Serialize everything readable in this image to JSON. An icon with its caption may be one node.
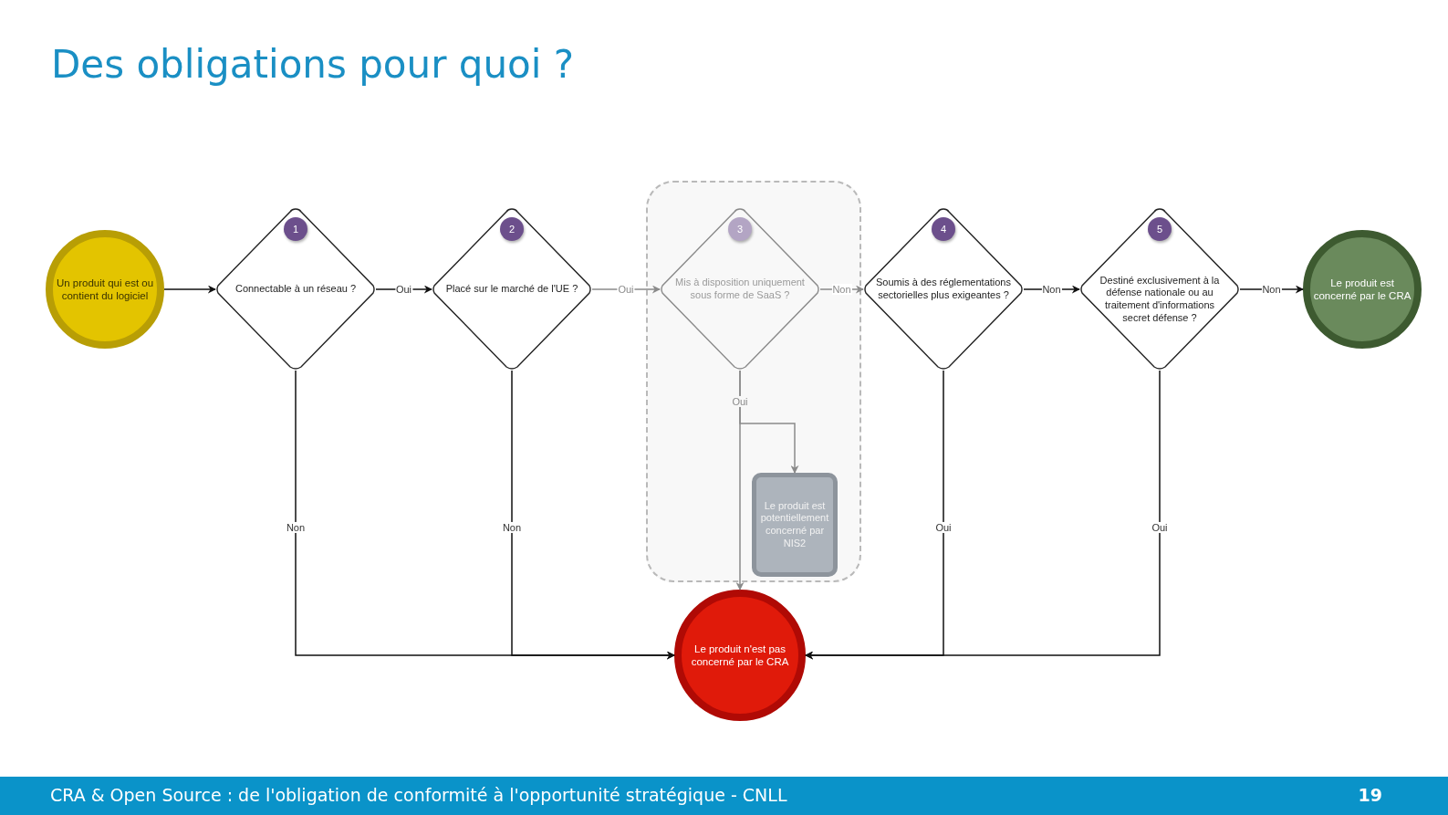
{
  "diagram": {
    "title": "Des obligations pour quoi ?",
    "nodes": [
      {
        "text": [
          "Un produit qui  est ou contient du logiciel"
        ]
      },
      {
        "text": [
          "1",
          "Connectable à un réseau ?"
        ]
      },
      {
        "text": [
          "2",
          "Placé sur le marché de l'UE ?"
        ]
      },
      {
        "text": [],
        "shape": "box"
      },
      {
        "text": [
          "3",
          "Mis à disposition uniquement sous forme de SaaS ?"
        ],
        "in": 3
      },
      {
        "text": [
          "Le produit est potentiellement concerné par NIS2"
        ],
        "in": 3
      },
      {
        "text": [
          "4",
          "Soumis à des réglementations sectorielles plus exigeantes ?"
        ]
      },
      {
        "text": [
          "5",
          "Destiné exclusivement à la défense nationale ou au traitement d'informations secret défense ?"
        ]
      },
      {
        "text": [
          "Le produit est concerné par le CRA"
        ]
      },
      {
        "text": [
          "Le produit n'est pas concerné par le CRA"
        ]
      }
    ],
    "edges": [
      {
        "from": 0,
        "to": 1,
        "arrow": "to"
      },
      {
        "from": 1,
        "to": 2,
        "arrow": "to",
        "label": "Oui"
      },
      {
        "from": 2,
        "to": 4,
        "arrow": "to",
        "label": "Oui",
        "color": "#8a8a8a"
      },
      {
        "from": 4,
        "to": 6,
        "arrow": "to",
        "label": "Non",
        "color": "#8a8a8a"
      },
      {
        "from": 6,
        "to": 7,
        "arrow": "to",
        "label": "Non"
      },
      {
        "from": 7,
        "to": 8,
        "arrow": "to",
        "label": "Non"
      },
      {
        "from": 4,
        "to": 5,
        "arrow": "to",
        "color": "#8a8a8a"
      },
      {
        "from": 4,
        "to": 9,
        "arrow": "to",
        "label": "Oui",
        "color": "#8a8a8a"
      },
      {
        "from": 1,
        "to": 9,
        "arrow": "to",
        "label": "Non"
      },
      {
        "from": 2,
        "to": 9,
        "arrow": "to",
        "label": "Non"
      },
      {
        "from": 6,
        "to": 9,
        "arrow": "to",
        "label": "Oui"
      },
      {
        "from": 7,
        "to": 9,
        "arrow": "to",
        "label": "Oui"
      }
    ],
    "labels": [
      "CRA & Open Source : de l'obligation de conformité à l'opportunité stratégique - CNLL",
      "19"
    ]
  }
}
